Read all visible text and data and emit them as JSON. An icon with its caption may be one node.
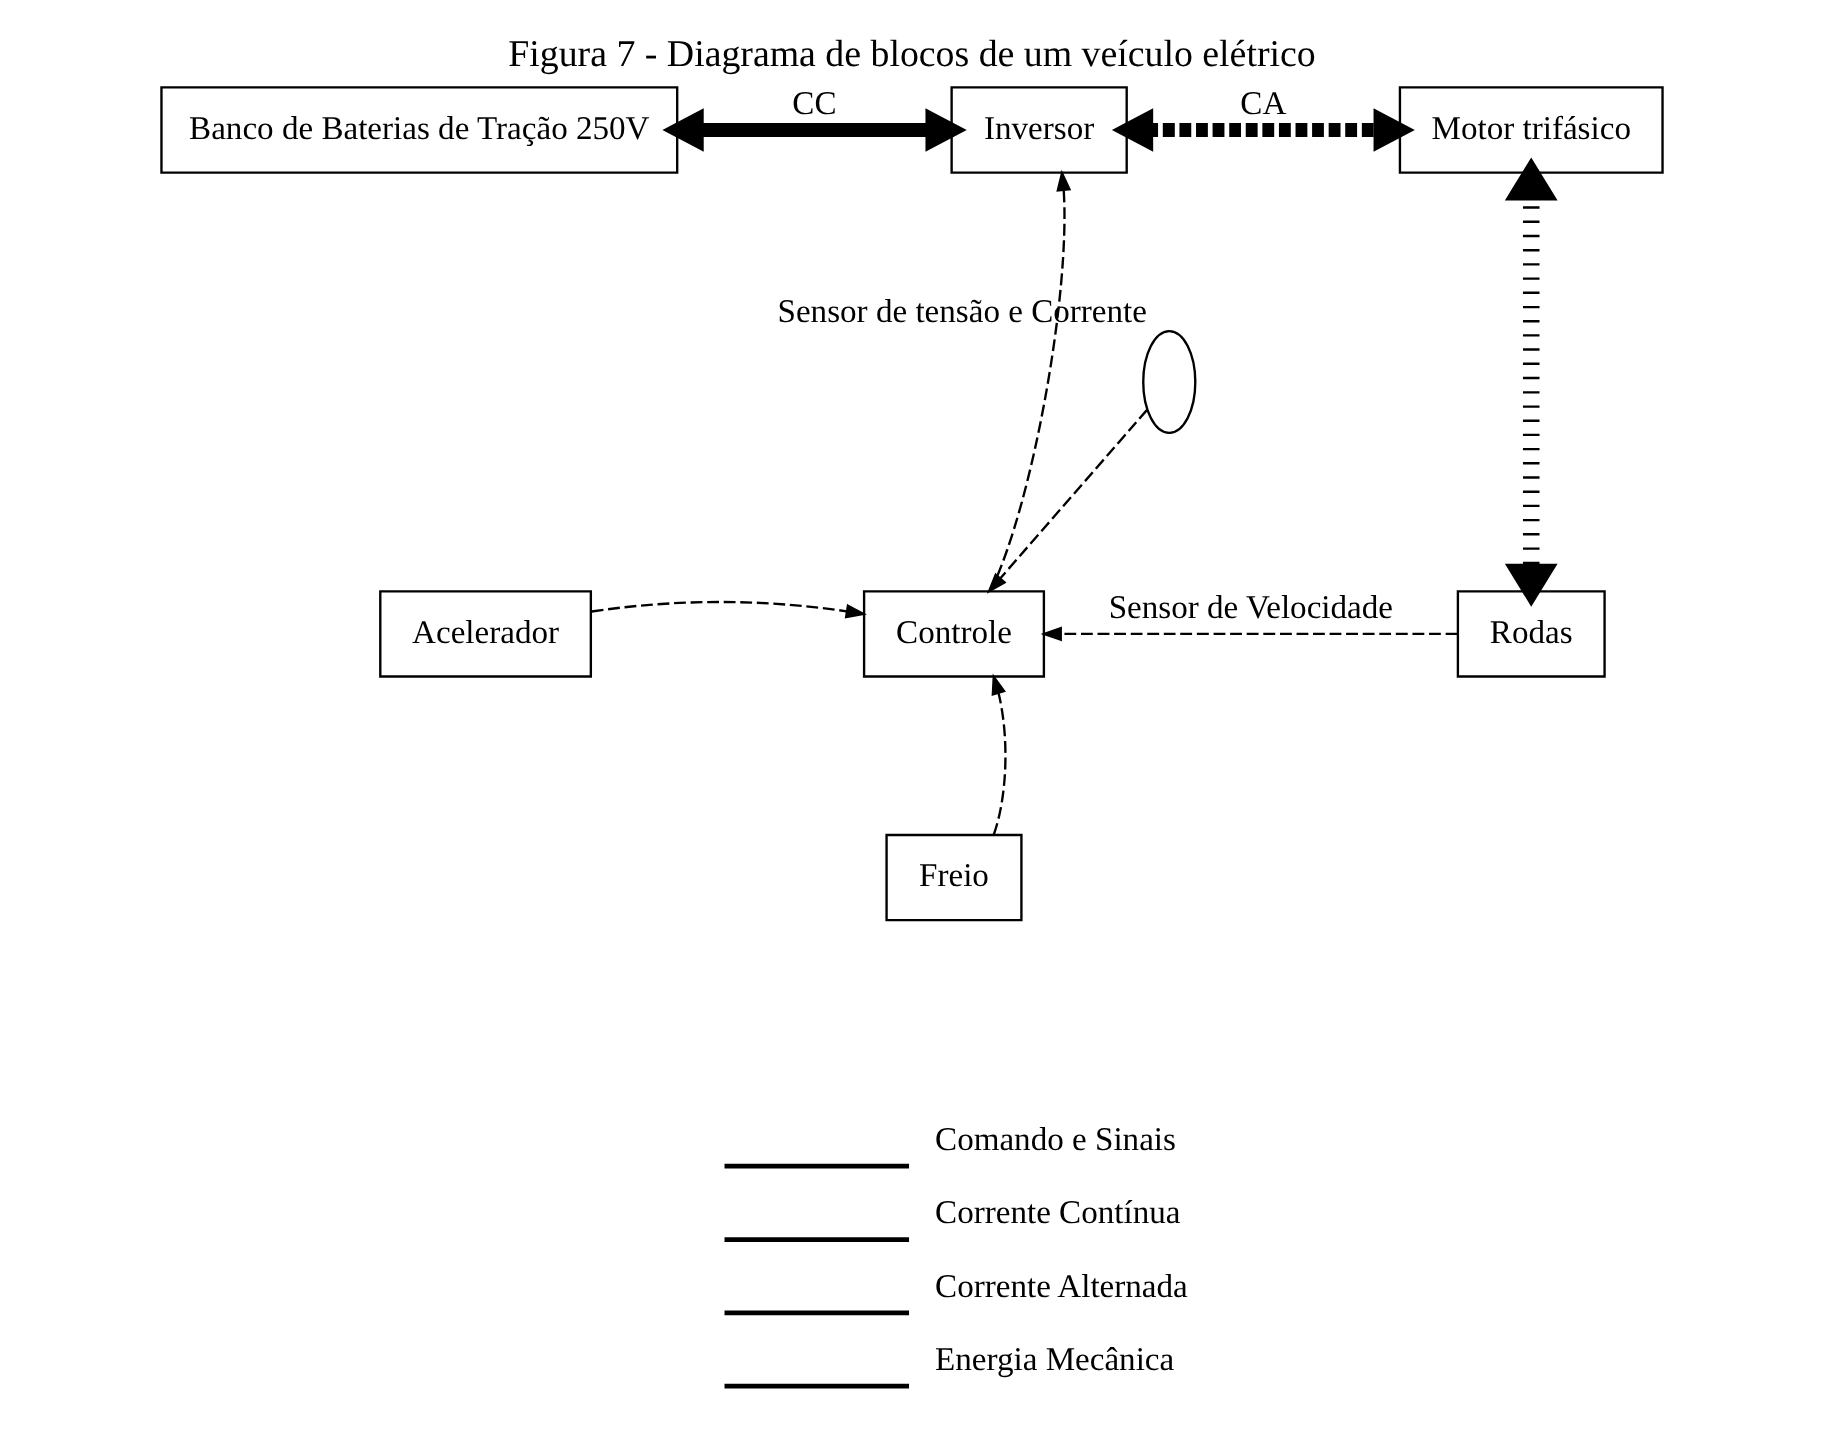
{
  "diagram": {
    "title": "Figura 7 - Diagrama de blocos de um veículo elétrico",
    "nodes": [
      {
        "text": [
          "Banco de Baterias de Tração 250V"
        ]
      },
      {
        "text": [
          "Inversor"
        ]
      },
      {
        "text": [
          "Motor trifásico"
        ]
      },
      {
        "text": [
          "Acelerador"
        ]
      },
      {
        "text": [
          "Controle"
        ]
      },
      {
        "text": [
          "Rodas"
        ]
      },
      {
        "text": [
          "Freio"
        ]
      },
      {
        "text": [],
        "shape": "ellipse",
        "beside": [
          "Sensor de tensão e Corrente"
        ]
      }
    ],
    "edges": [
      {
        "from": 0,
        "to": 1,
        "arrow": "both",
        "label": "CC",
        "style": "thick"
      },
      {
        "from": 1,
        "to": 2,
        "arrow": "both",
        "label": "CA",
        "style": "dashed"
      },
      {
        "from": 2,
        "to": 5,
        "arrow": "both",
        "style": "dashed"
      },
      {
        "from": 4,
        "to": 1,
        "arrow": "to",
        "style": "dashed"
      },
      {
        "from": 3,
        "to": 4,
        "arrow": "to",
        "style": "dashed"
      },
      {
        "from": 6,
        "to": 4,
        "arrow": "to",
        "style": "dashed"
      },
      {
        "from": 7,
        "to": 4,
        "arrow": "to",
        "style": "dashed"
      },
      {
        "from": 5,
        "to": 4,
        "arrow": "to",
        "label": "Sensor de Velocidade",
        "style": "dashed"
      }
    ],
    "legend": [
      {
        "text": "Comando e Sinais"
      },
      {
        "text": "Corrente Contínua"
      },
      {
        "text": "Corrente Alternada"
      },
      {
        "text": "Energia Mecânica"
      }
    ]
  }
}
